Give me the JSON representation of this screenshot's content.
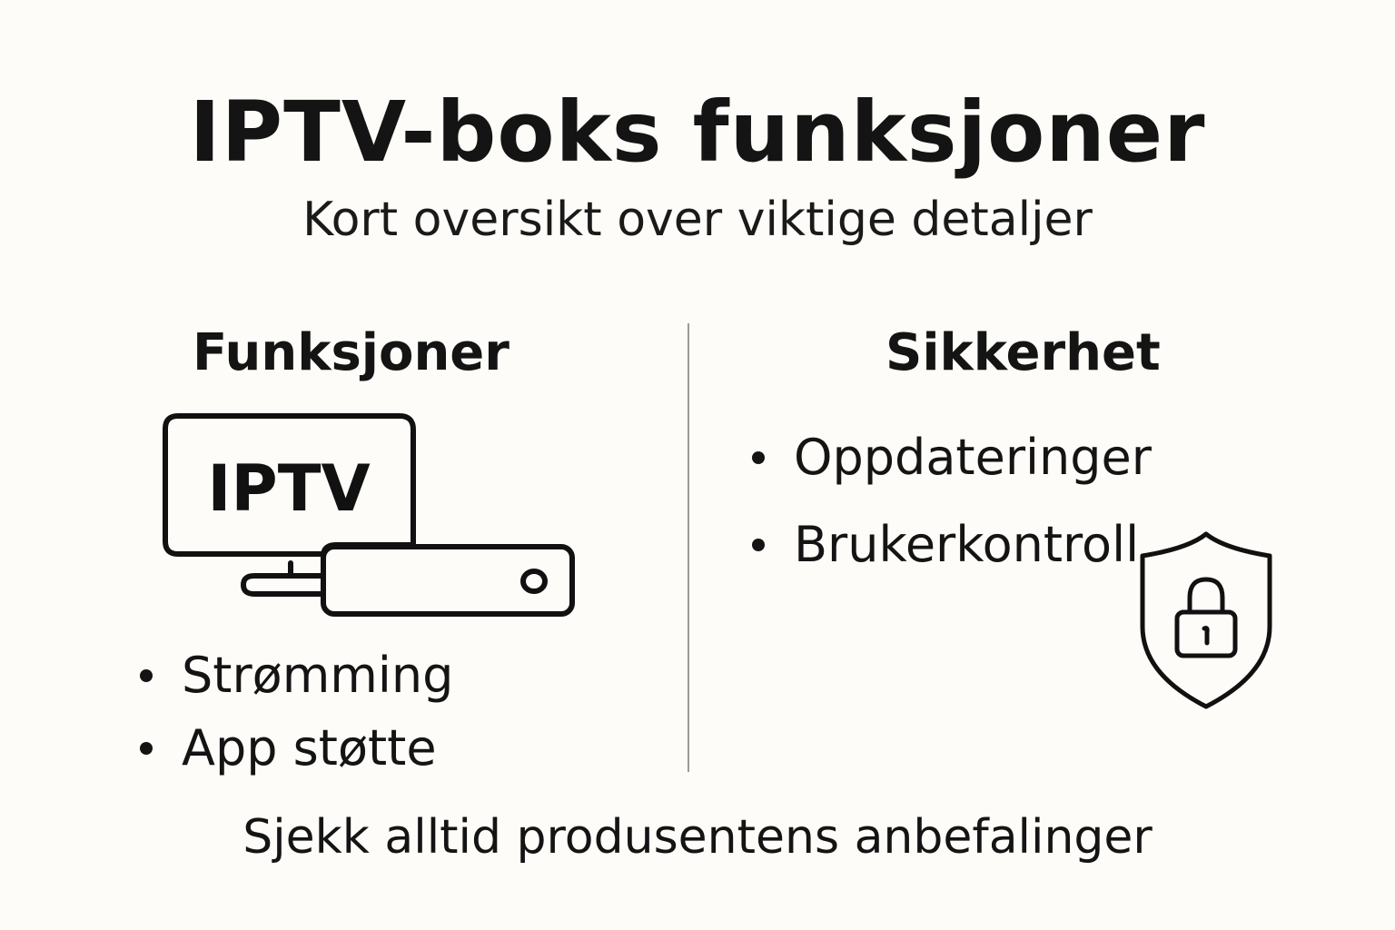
{
  "header": {
    "title": "IPTV-boks funksjoner",
    "subtitle": "Kort oversikt over viktige detaljer"
  },
  "left_column": {
    "heading": "Funksjoner",
    "illustration": {
      "icon": "tv-with-set-top-box-icon",
      "screen_label": "IPTV"
    },
    "items": [
      {
        "label": "Strømming"
      },
      {
        "label": "App støtte"
      }
    ]
  },
  "right_column": {
    "heading": "Sikkerhet",
    "items": [
      {
        "label": "Oppdateringer"
      },
      {
        "label": "Brukerkontroll"
      }
    ],
    "illustration": {
      "icon": "shield-lock-icon"
    }
  },
  "footer": {
    "text": "Sjekk alltid produsentens anbefalinger"
  },
  "colors": {
    "background": "#fdfcf8",
    "text": "#141414",
    "divider": "#9a9a9a"
  }
}
